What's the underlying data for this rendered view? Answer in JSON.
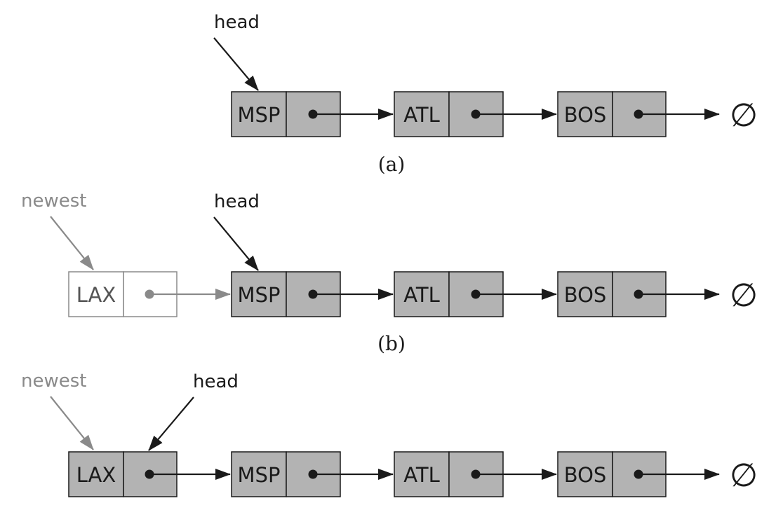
{
  "panels": [
    {
      "caption": "(a)",
      "nodes": [
        "MSP",
        "ATL",
        "BOS"
      ],
      "pointers": [
        {
          "label": "head",
          "target": "MSP",
          "style": "black"
        }
      ],
      "new_node": null,
      "null_symbol": "∅"
    },
    {
      "caption": "(b)",
      "nodes": [
        "MSP",
        "ATL",
        "BOS"
      ],
      "pointers": [
        {
          "label": "newest",
          "target": "LAX",
          "style": "grey"
        },
        {
          "label": "head",
          "target": "MSP",
          "style": "black"
        }
      ],
      "new_node": {
        "label": "LAX",
        "state": "pending",
        "next": "MSP"
      },
      "null_symbol": "∅"
    },
    {
      "caption": "",
      "nodes": [
        "LAX",
        "MSP",
        "ATL",
        "BOS"
      ],
      "pointers": [
        {
          "label": "newest",
          "target": "LAX",
          "style": "grey"
        },
        {
          "label": "head",
          "target": "LAX",
          "style": "black"
        }
      ],
      "new_node": null,
      "null_symbol": "∅"
    }
  ],
  "colors": {
    "node_fill": "#b3b3b3",
    "outline": "#1a1a1a",
    "pending": "#8a8a8a",
    "background": "#ffffff"
  }
}
